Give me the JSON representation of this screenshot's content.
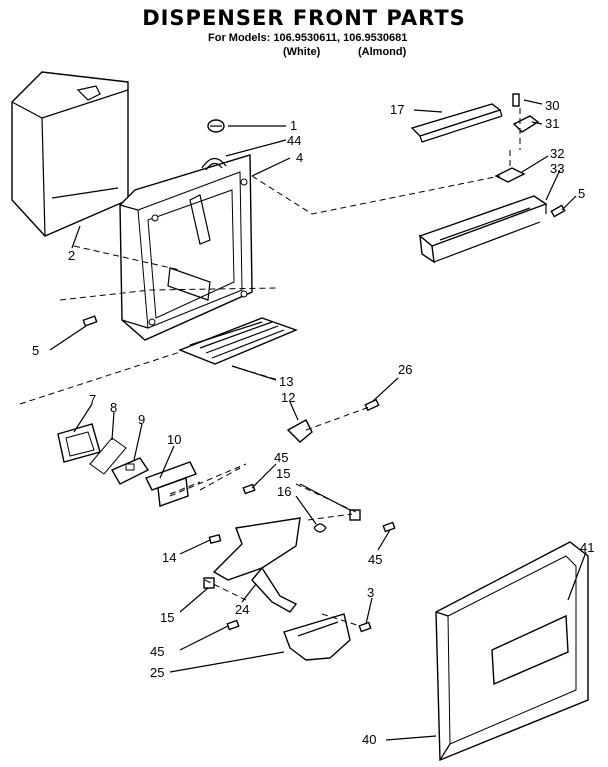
{
  "header": {
    "title": "DISPENSER FRONT PARTS",
    "models_line": "For Models: 106.9530611, 106.9530681",
    "variant_white": "(White)",
    "variant_almond": "(Almond)"
  },
  "callouts": {
    "c1": "1",
    "c2": "2",
    "c3": "3",
    "c4": "4",
    "c5a": "5",
    "c5b": "5",
    "c7": "7",
    "c8": "8",
    "c9": "9",
    "c10": "10",
    "c12": "12",
    "c13": "13",
    "c14": "14",
    "c15a": "15",
    "c15b": "15",
    "c16": "16",
    "c17": "17",
    "c24": "24",
    "c25": "25",
    "c26": "26",
    "c30": "30",
    "c31": "31",
    "c32": "32",
    "c33": "33",
    "c40": "40",
    "c41": "41",
    "c44": "44",
    "c45a": "45",
    "c45b": "45",
    "c45c": "45"
  }
}
